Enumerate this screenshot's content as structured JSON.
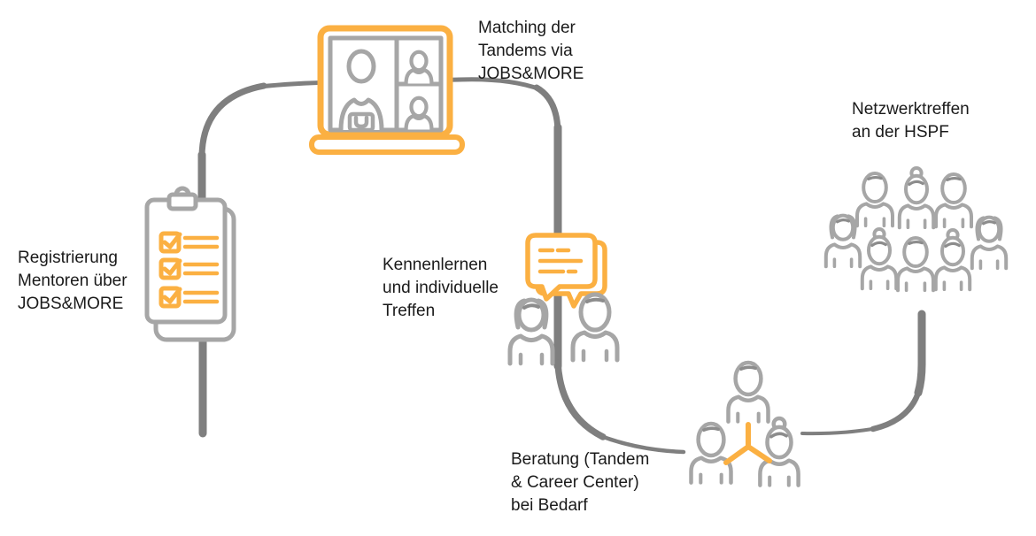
{
  "diagram": {
    "type": "process-flow",
    "language": "de",
    "steps": [
      {
        "name": "registrierung",
        "label": "Registrierung\nMentoren über\nJOBS&MORE",
        "icon": "clipboard-checklist-icon"
      },
      {
        "name": "matching",
        "label": "Matching der\nTandems via\nJOBS&MORE",
        "icon": "laptop-video-call-icon"
      },
      {
        "name": "kennenlernen",
        "label": "Kennenlernen\nund individuelle\nTreffen",
        "icon": "speech-bubbles-tandem-icon"
      },
      {
        "name": "beratung",
        "label": "Beratung (Tandem\n& Career Center)\nbei Bedarf",
        "icon": "advising-trio-icon"
      },
      {
        "name": "netzwerktreffen",
        "label": "Netzwerktreffen\nan der HSPF",
        "icon": "network-crowd-icon"
      }
    ],
    "colors": {
      "accent_orange": "#FBB042",
      "icon_gray": "#A6A6A6",
      "detail_gray": "#8C8C8C",
      "connector_gray": "#7F7F7F",
      "text_black": "#1A1A1A",
      "background": "#FFFFFF"
    }
  }
}
